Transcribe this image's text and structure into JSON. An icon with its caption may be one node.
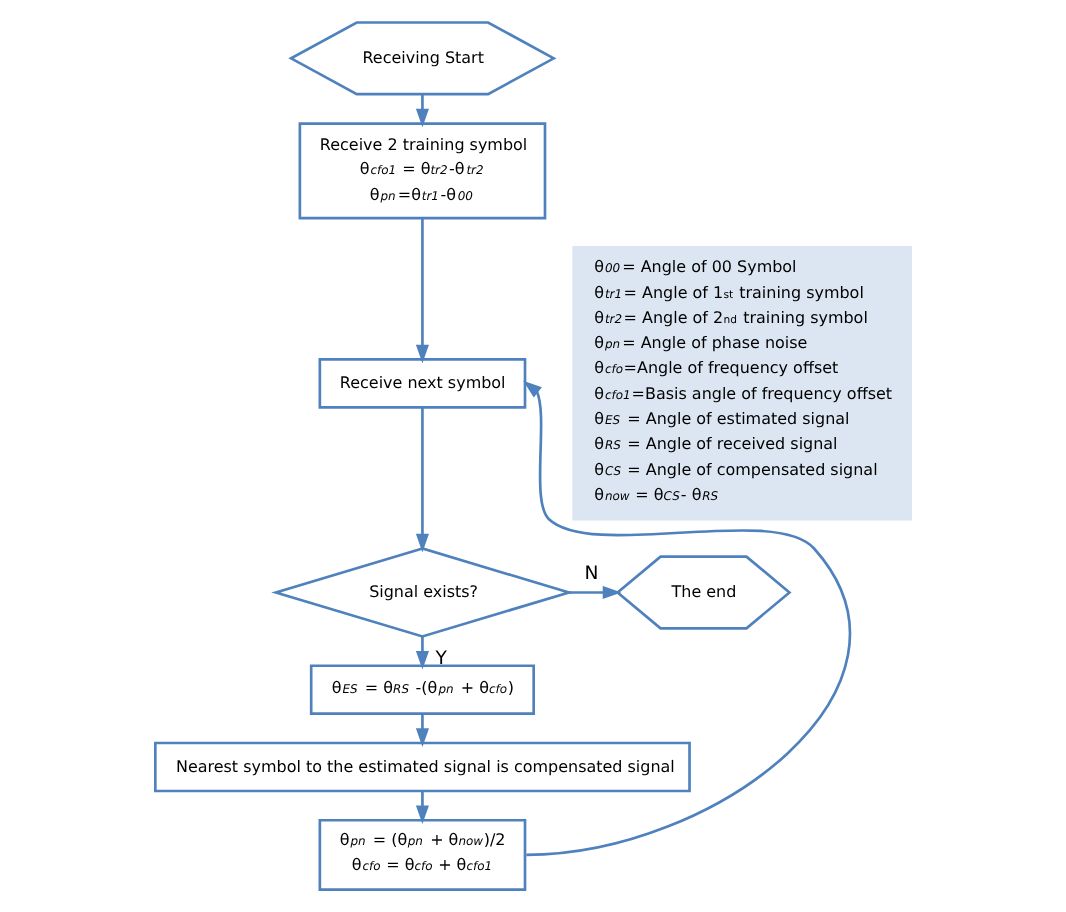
{
  "diagram": {
    "nodes": [
      {
        "text": [
          "Receiving Start"
        ]
      },
      {
        "text": [
          "Receive 2 training symbol",
          "θ$_{cfo1}$ = θ$_{tr2}$-θ$_{tr2}$",
          "θ$_{pn}$=θ$_{tr1}$-θ$_{00}$"
        ]
      },
      {
        "text": [
          "Receive next symbol"
        ]
      },
      {
        "text": [
          "Signal exists?"
        ]
      },
      {
        "text": [
          "The end"
        ]
      },
      {
        "text": [
          "θ$_{ES}$ = θ$_{RS}$ -(θ$_{pn}$ + θ$_{cfo}$)"
        ]
      },
      {
        "text": [
          "Nearest symbol to the estimated signal is compensated signal"
        ]
      },
      {
        "text": [
          "θ$_{pn}$ = (θ$_{pn}$ + θ$_{now}$)/2",
          "θ$_{cfo}$ = θ$_{cfo}$ + θ$_{cfo1}$"
        ]
      },
      {
        "text": [
          "θ$_{00}$= Angle of 00 Symbol",
          "θ$_{tr1}$= Angle of 1$^{st}$ training symbol",
          "θ$_{tr2}$= Angle of 2$^{nd}$ training symbol",
          "θ$_{pn}$= Angle of phase noise",
          "θ$_{cfo}$=Angle of frequency offset",
          "θ$_{cfo1}$=Basis angle of frequency offset",
          "θ$_{ES}$ = Angle of estimated signal",
          "θ$_{RS}$ = Angle of received signal",
          "θ$_{CS}$ = Angle of compensated signal",
          "θ$_{now}$ = θ$_{CS}$- θ$_{RS}$"
        ]
      }
    ],
    "edges": [
      {
        "from": 0,
        "to": 1,
        "arrow": "to"
      },
      {
        "from": 1,
        "to": 2,
        "arrow": "to"
      },
      {
        "from": 2,
        "to": 3,
        "arrow": "to"
      },
      {
        "from": 3,
        "to": 4,
        "label": "N",
        "arrow": "to"
      },
      {
        "from": 3,
        "to": 5,
        "label": "Y",
        "arrow": "to"
      },
      {
        "from": 5,
        "to": 6,
        "arrow": "to"
      },
      {
        "from": 6,
        "to": 7,
        "arrow": "to"
      },
      {
        "from": 7,
        "to": 2,
        "arrow": "to"
      }
    ]
  }
}
